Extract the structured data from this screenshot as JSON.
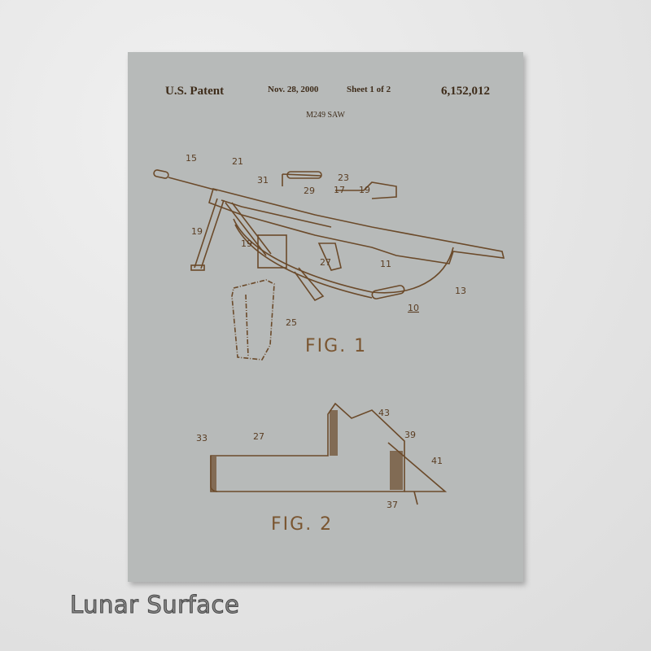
{
  "patent": {
    "label": "U.S. Patent",
    "date": "Nov. 28, 2000",
    "sheet": "Sheet 1 of 2",
    "number": "6,152,012",
    "title": "M249 SAW"
  },
  "figure1": {
    "caption": "FIG. 1",
    "refs": [
      "15",
      "21",
      "31",
      "29",
      "23",
      "17",
      "19",
      "19",
      "19",
      "27",
      "11",
      "13",
      "10",
      "25"
    ]
  },
  "figure2": {
    "caption": "FIG. 2",
    "refs": [
      "33",
      "27",
      "43",
      "39",
      "41",
      "37"
    ]
  },
  "footer": {
    "finish_name": "Lunar Surface"
  },
  "colors": {
    "paper": "#b7bab9",
    "ink": "#6b4a2a"
  }
}
